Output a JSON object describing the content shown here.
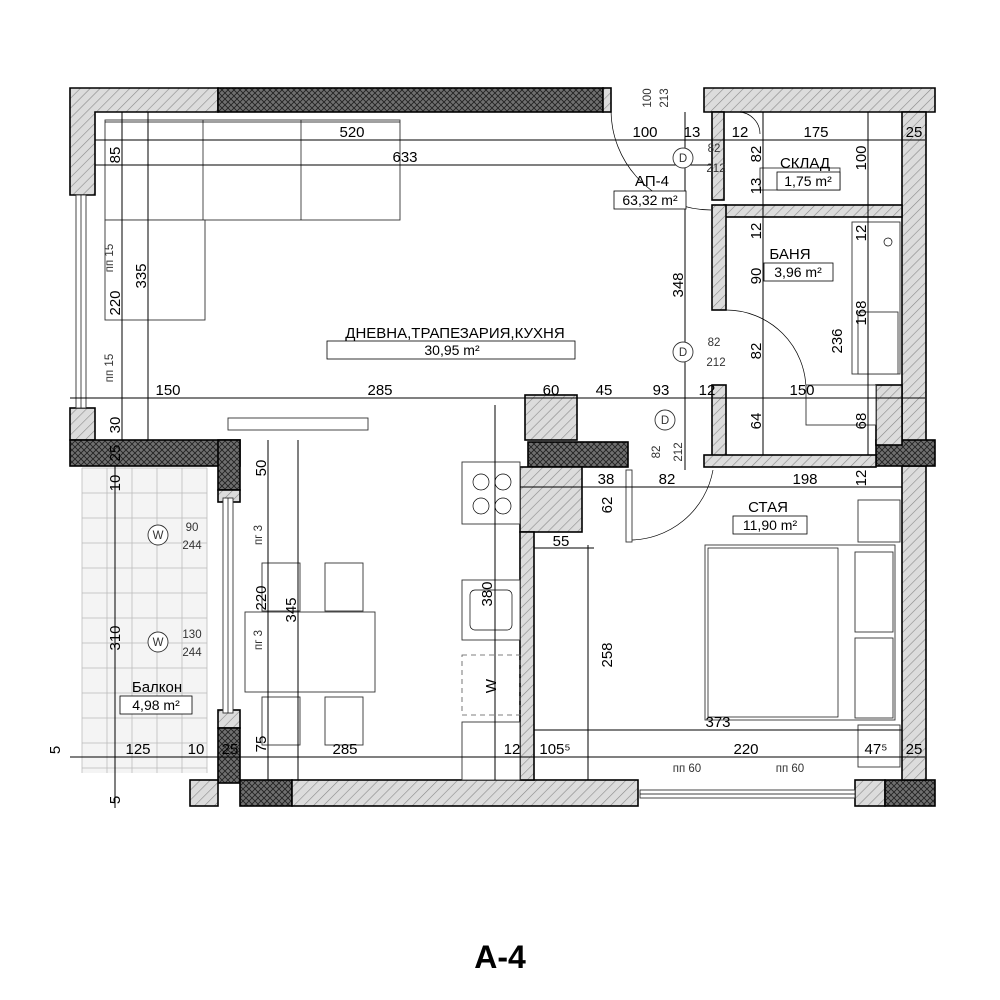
{
  "rooms": {
    "unit_label": "АП-4",
    "unit_area": "63,32 m²",
    "living": "ДНЕВНА,ТРАПЕЗАРИЯ,КУХНЯ",
    "living_area": "30,95 m²",
    "storage": "СКЛАД",
    "storage_area": "1,75 m²",
    "bath": "БАНЯ",
    "bath_area": "3,96 m²",
    "bedroom": "СТАЯ",
    "bedroom_area": "11,90 m²",
    "balcony": "Балкон",
    "balcony_area": "4,98 m²"
  },
  "dimensions": {
    "d520": "520",
    "d633": "633",
    "d100a": "100",
    "d13a": "13",
    "d12a": "12",
    "d175": "175",
    "d25a": "25",
    "d85": "85",
    "d335": "335",
    "d220v": "220",
    "d30": "30",
    "d25b": "25",
    "d10a": "10",
    "d150a": "150",
    "d285a": "285",
    "d60": "60",
    "d45": "45",
    "d93": "93",
    "d12b": "12",
    "d150b": "150",
    "d348": "348",
    "d82a": "82",
    "d82b": "82",
    "d13b": "13",
    "d12c": "12",
    "d12d": "12",
    "d90": "90",
    "d100b": "100",
    "d168": "168",
    "d236": "236",
    "d64": "64",
    "d68": "68",
    "d82c": "82",
    "d38": "38",
    "d82d": "82",
    "d198": "198",
    "d12e": "12",
    "d62": "62",
    "d55": "55",
    "d50": "50",
    "d220b": "220",
    "d345": "345",
    "d380": "380",
    "d258": "258",
    "d373": "373",
    "d310": "310",
    "d75": "75",
    "d125": "125",
    "d10b": "10",
    "d25c": "25",
    "d285b": "285",
    "d12f": "12",
    "d105": "105⁵",
    "d220c": "220",
    "d47": "47⁵",
    "d25d": "25",
    "d5a": "5",
    "d5b": "5"
  },
  "openings": {
    "door_tag": "D",
    "window_tag": "W",
    "door_a_top": "82",
    "door_a_bottom": "212",
    "door_b_top": "82",
    "door_b_bottom": "212",
    "door_c_v1": "82",
    "door_c_v2": "212",
    "top_v1": "100",
    "top_v2": "213",
    "win_a_top": "90",
    "win_a_bottom": "244",
    "win_b_top": "130",
    "win_b_bottom": "244",
    "pp15_a": "пп 15",
    "pp15_b": "пп 15",
    "pg3_a": "пг 3",
    "pg3_b": "пг 3",
    "pp60_a": "пп 60",
    "pp60_b": "пп 60",
    "w_fridge": "W"
  },
  "title": "А-4"
}
